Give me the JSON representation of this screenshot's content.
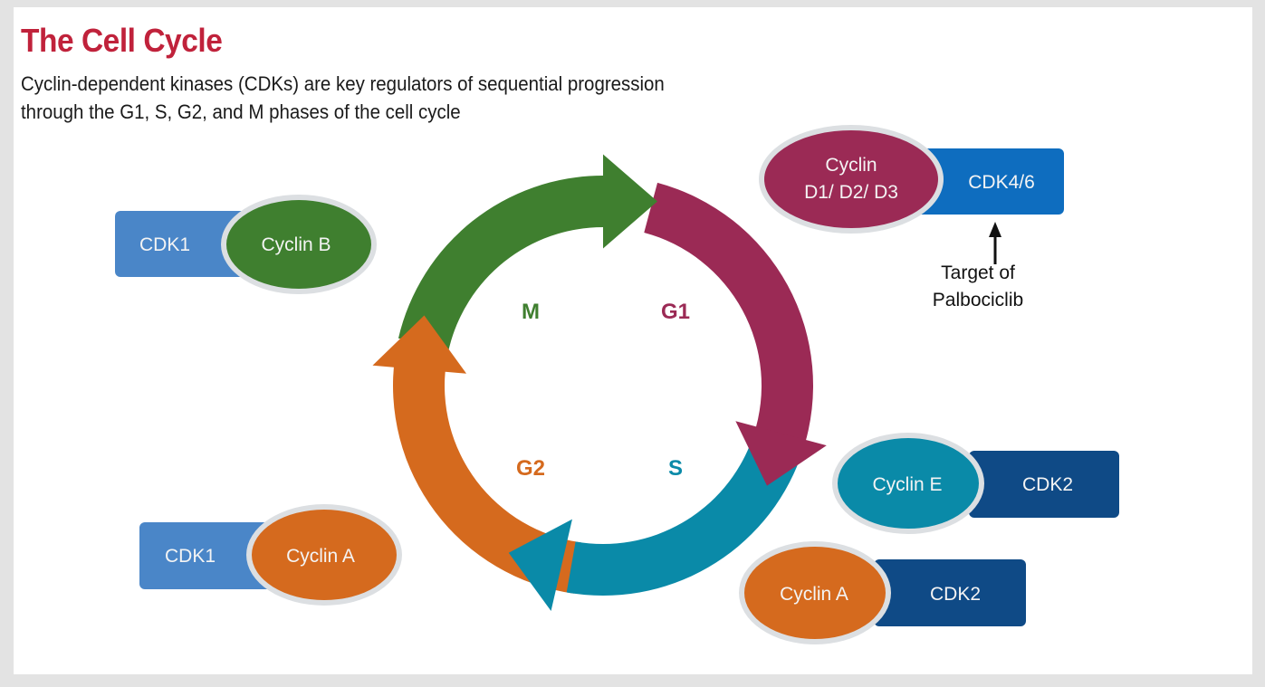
{
  "title": "The Cell Cycle",
  "subtitle_lines": [
    "Cyclin-dependent kinases (CDKs) are key regulators of sequential progression",
    "through the G1, S, G2, and M phases of the cell cycle"
  ],
  "colors": {
    "title": "#c0223b",
    "M": "#3f7f2f",
    "G1": "#9b2a55",
    "S": "#0a8aa8",
    "G2": "#d56a1e",
    "cdk1": "#4a86c8",
    "cdk46": "#0e6dbf",
    "cdk2": "#0f4a86",
    "oval_border": "#dcdfe2"
  },
  "phases": [
    {
      "id": "M",
      "label": "M",
      "color": "#3f7f2f"
    },
    {
      "id": "G1",
      "label": "G1",
      "color": "#9b2a55"
    },
    {
      "id": "S",
      "label": "S",
      "color": "#0a8aa8"
    },
    {
      "id": "G2",
      "label": "G2",
      "color": "#d56a1e"
    }
  ],
  "complexes": [
    {
      "id": "cdk1-cyclinB",
      "cdk": "CDK1",
      "cyclin": "Cyclin B",
      "cdk_color": "#4a86c8",
      "cyclin_color": "#3f7f2f"
    },
    {
      "id": "cdk1-cyclinA",
      "cdk": "CDK1",
      "cyclin": "Cyclin A",
      "cdk_color": "#4a86c8",
      "cyclin_color": "#d56a1e"
    },
    {
      "id": "cyclinD-cdk46",
      "cdk": "CDK4/6",
      "cyclin_lines": [
        "Cyclin",
        "D1/ D2/ D3"
      ],
      "cdk_color": "#0e6dbf",
      "cyclin_color": "#9b2a55"
    },
    {
      "id": "cyclinE-cdk2",
      "cdk": "CDK2",
      "cyclin": "Cyclin E",
      "cdk_color": "#0f4a86",
      "cyclin_color": "#0a8aa8"
    },
    {
      "id": "cyclinA-cdk2",
      "cdk": "CDK2",
      "cyclin": "Cyclin A",
      "cdk_color": "#0f4a86",
      "cyclin_color": "#d56a1e"
    }
  ],
  "annotation": {
    "lines": [
      "Target of",
      "Palbociclib"
    ],
    "points_to": "CDK4/6"
  }
}
